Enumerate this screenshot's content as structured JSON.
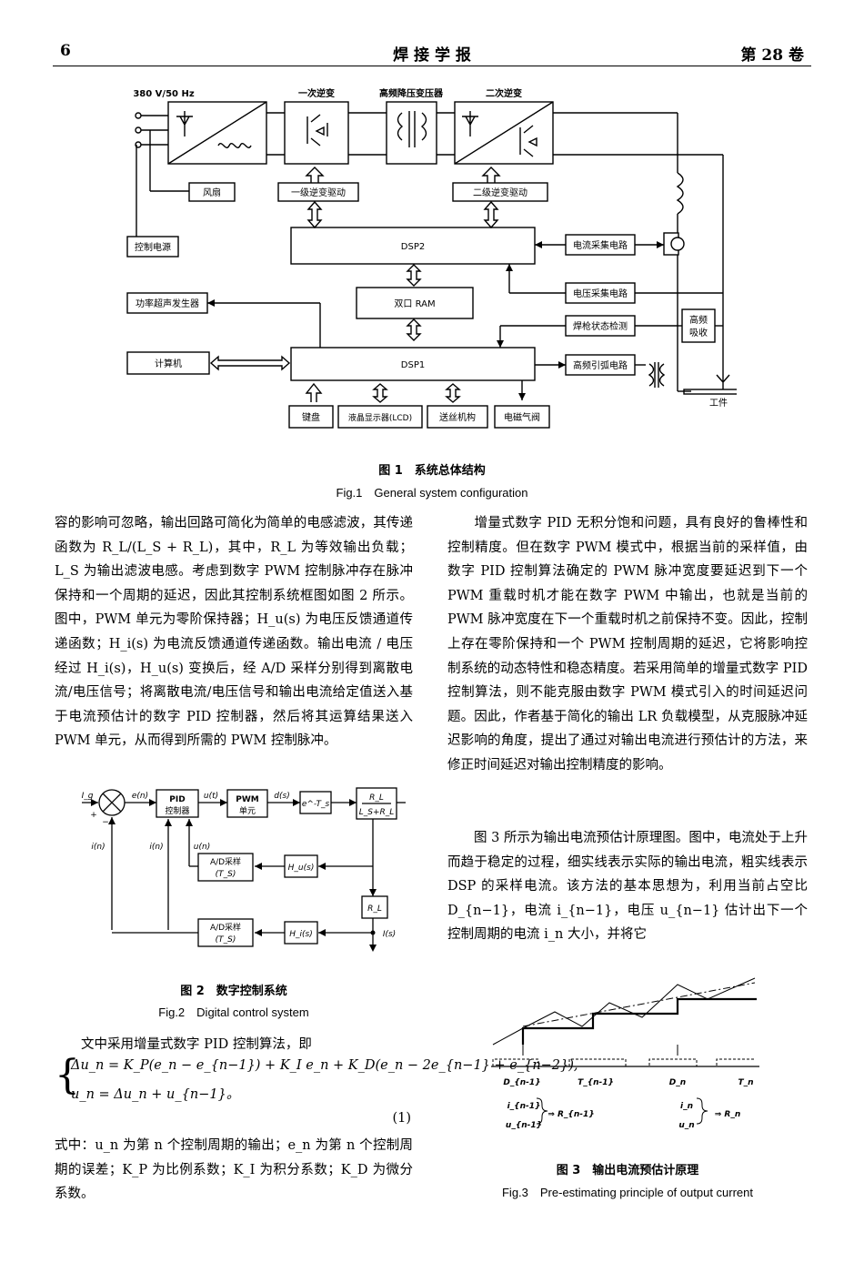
{
  "header": {
    "page_number": "6",
    "journal_title": "焊 接 学 报",
    "volume": "第 28 卷"
  },
  "figure1": {
    "labels": {
      "power_input": "380 V/50 Hz",
      "primary_inverter": "一次逆变",
      "hf_transformer": "高频降压变压器",
      "secondary_inverter": "二次逆变",
      "fan": "风扇",
      "primary_driver": "一级逆变驱动",
      "secondary_driver": "二级逆变驱动",
      "control_power": "控制电源",
      "dsp2": "DSP2",
      "current_sampling": "电流采集电路",
      "voltage_sampling": "电压采集电路",
      "ultrasonic": "功率超声发生器",
      "dual_ram": "双口 RAM",
      "torch_detect": "焊枪状态检测",
      "hf_absorb_1": "高频",
      "hf_absorb_2": "吸收",
      "computer": "计算机",
      "dsp1": "DSP1",
      "hf_arc": "高频引弧电路",
      "workpiece": "工件",
      "keyboard": "键盘",
      "lcd": "液晶显示器(LCD)",
      "wire_feeder": "送丝机构",
      "gas_valve": "电磁气阀"
    },
    "caption_cn": "图 1　系统总体结构",
    "caption_en": "Fig.1　General system configuration"
  },
  "left_para1": "容的影响可忽略，输出回路可简化为简单的电感滤波，其传递函数为 R_L/(L_S + R_L)，其中，R_L 为等效输出负载；L_S 为输出滤波电感。考虑到数字 PWM 控制脉冲存在脉冲保持和一个周期的延迟，因此其控制系统框图如图 2 所示。图中，PWM 单元为零阶保持器；H_u(s) 为电压反馈通道传递函数；H_i(s) 为电流反馈通道传递函数。输出电流 / 电压经过 H_i(s)，H_u(s) 变换后，经 A/D 采样分别得到离散电流/电压信号；将离散电流/电压信号和输出电流给定值送入基于电流预估计的数字 PID 控制器，然后将其运算结果送入 PWM 单元，从而得到所需的 PWM 控制脉冲。",
  "figure2": {
    "labels": {
      "setpoint": "I_g",
      "plus": "+",
      "minus": "−",
      "error": "e(n)",
      "pid_1": "PID",
      "pid_2": "控制器",
      "u_t": "u(t)",
      "pwm_1": "PWM",
      "pwm_2": "单元",
      "d_s": "d(s)",
      "delay": "e^-T_s",
      "plant_num": "R_L",
      "plant_den": "L_S+R_L",
      "i_n_1": "i(n)",
      "i_n_2": "i(n)",
      "u_n": "u(n)",
      "ad_u_1": "A/D采样",
      "ad_u_2": "(T_S)",
      "hu": "H_u(s)",
      "rl": "R_L",
      "ad_i_1": "A/D采样",
      "ad_i_2": "(T_S)",
      "hi": "H_i(s)",
      "i_s": "I(s)"
    },
    "caption_cn": "图 2　数字控制系统",
    "caption_en": "Fig.2　Digital control system"
  },
  "left_para2": "文中采用增量式数字 PID 控制算法，即",
  "equation": {
    "line1": "Δu_n = K_P(e_n − e_{n−1}) + K_I e_n + K_D(e_n − 2e_{n−1} + e_{n−2}),",
    "line2": "u_n = Δu_n + u_{n−1}。",
    "number": "(1)"
  },
  "left_para3": "式中：u_n 为第 n 个控制周期的输出；e_n 为第 n 个控制周期的误差；K_P 为比例系数；K_I 为积分系数；K_D 为微分系数。",
  "right_para1": "增量式数字 PID 无积分饱和问题，具有良好的鲁棒性和控制精度。但在数字 PWM 模式中，根据当前的采样值，由数字 PID 控制算法确定的 PWM 脉冲宽度要延迟到下一个 PWM 重载时机才能在数字 PWM 中输出，也就是当前的 PWM 脉冲宽度在下一个重载时机之前保持不变。因此，控制上存在零阶保持和一个 PWM 控制周期的延迟，它将影响控制系统的动态特性和稳态精度。若采用简单的增量式数字 PID 控制算法，则不能克服由数字 PWM 模式引入的时间延迟问题。因此，作者基于简化的输出 LR 负载模型，从克服脉冲延迟影响的角度，提出了通过对输出电流进行预估计的方法，来修正时间延迟对输出控制精度的影响。",
  "right_para2": "图 3 所示为输出电流预估计原理图。图中，电流处于上升而趋于稳定的过程，细实线表示实际的输出电流，粗实线表示 DSP 的采样电流。该方法的基本思想为，利用当前占空比 D_{n−1}，电流 i_{n−1}，电压 u_{n−1} 估计出下一个控制周期的电流 i_n 大小，并将它",
  "figure3": {
    "labels": {
      "d_prev": "D_{n-1}",
      "t_prev": "T_{n-1}",
      "d_n": "D_n",
      "t_n": "T_n",
      "i_prev": "i_{n-1}",
      "u_prev": "u_{n-1}",
      "r_prev": "⇒ R_{n-1}",
      "i_n": "i_n",
      "u_n": "u_n",
      "r_n": "⇒ R_n"
    },
    "caption_cn": "图 3　输出电流预估计原理",
    "caption_en": "Fig.3　Pre-estimating principle of output current"
  }
}
